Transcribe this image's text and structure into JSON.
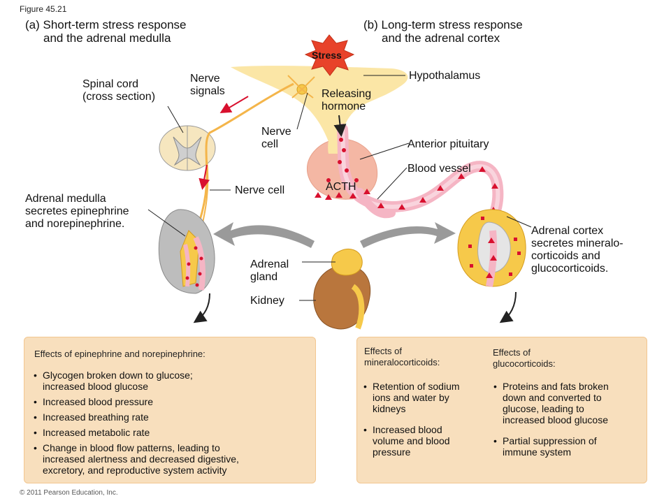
{
  "figure_number": "Figure 45.21",
  "panel_a_title": {
    "line1": "(a) Short-term stress response",
    "line2": "and the adrenal medulla"
  },
  "panel_b_title": {
    "line1": "(b) Long-term stress response",
    "line2": "and the adrenal cortex"
  },
  "labels": {
    "stress": "Stress",
    "hypothalamus": "Hypothalamus",
    "nerve_signals": "Nerve\nsignals",
    "spinal_cord": "Spinal cord\n(cross section)",
    "releasing_hormone": "Releasing\nhormone",
    "nerve_cell_upper": "Nerve\ncell",
    "anterior_pituitary": "Anterior pituitary",
    "blood_vessel": "Blood vessel",
    "acth": "ACTH",
    "nerve_cell_lower": "Nerve cell",
    "adrenal_medulla": "Adrenal medulla\nsecretes epinephrine\nand norepinephrine.",
    "adrenal_cortex": "Adrenal cortex\nsecretes mineralo-\ncorticoids and\nglucocorticoids.",
    "adrenal_gland": "Adrenal\ngland",
    "kidney": "Kidney"
  },
  "effects_a": {
    "heading": "Effects of epinephrine and norepinephrine:",
    "items": [
      "Glycogen broken down to glucose;\nincreased blood  glucose",
      "Increased blood pressure",
      "Increased breathing rate",
      "Increased metabolic rate",
      "Change in blood flow patterns, leading to\nincreased alertness and decreased digestive,\nexcretory, and reproductive system activity"
    ]
  },
  "effects_mineralo": {
    "heading": "Effects of\nmineralocorticoids:",
    "items": [
      "Retention of sodium\nions and water by\nkidneys",
      "Increased blood\nvolume and blood\npressure"
    ]
  },
  "effects_gluco": {
    "heading": "Effects of\nglucocorticoids:",
    "items": [
      "Proteins and fats broken\ndown and converted to\nglucose, leading to\nincreased blood glucose",
      "Partial suppression of\nimmune system"
    ]
  },
  "copyright": "© 2011 Pearson Education, Inc.",
  "colors": {
    "panel_fill": "#f8dfbd",
    "brain_tissue": "#fbe6a6",
    "pituitary": "#f4b7a4",
    "vessel": "#f5b5c4",
    "hormone_red": "#d8102e",
    "nerve": "#f4b54a",
    "adrenal_gray": "#bdbdbd",
    "kidney": "#b9763d",
    "arrow_gray": "#9a9a9a",
    "stress_burst": "#e8422a"
  }
}
